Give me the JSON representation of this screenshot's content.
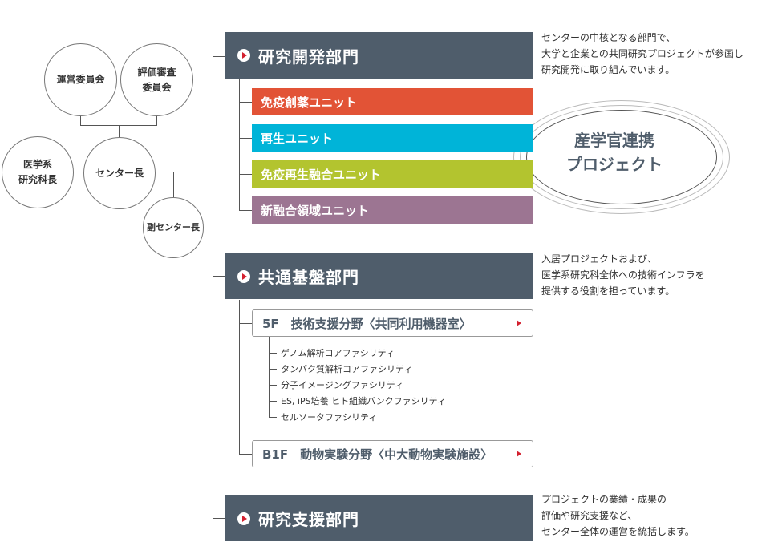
{
  "org": {
    "committee_ops": "運営委員会",
    "committee_eval": "評価審査\n委員会",
    "medical_head": "医学系\n研究科長",
    "center_head": "センター長",
    "deputy_head": "副センター長"
  },
  "departments": [
    {
      "name": "研究開発部門",
      "description": "センターの中核となる部門で、\n大学と企業との共同研究プロジェクトが参画し\n研究開発に取り組んでいます。"
    },
    {
      "name": "共通基盤部門",
      "description": "入居プロジェクトおよび、\n医学系研究科全体への技術インフラを\n提供する役割を担っています。"
    },
    {
      "name": "研究支援部門",
      "description": "プロジェクトの業績・成果の\n評価や研究支援など、\nセンター全体の運営を統括します。"
    }
  ],
  "units": [
    {
      "label": "免疫創薬ユニット",
      "color": "#e25336"
    },
    {
      "label": "再生ユニット",
      "color": "#00b4d8"
    },
    {
      "label": "免疫再生融合ユニット",
      "color": "#b3c42f"
    },
    {
      "label": "新融合領域ユニット",
      "color": "#9c7592"
    }
  ],
  "collab": "産学官連携\nプロジェクト",
  "fields": [
    {
      "label": "5F　技術支援分野〈共同利用機器室〉"
    },
    {
      "label": "B1F　動物実験分野〈中大動物実験施設〉"
    }
  ],
  "facilities": [
    "ゲノム解析コアファシリティ",
    "タンパク質解析コアファシリティ",
    "分子イメージングファシリティ",
    "ES, iPS培養 ヒト組織バンクファシリティ",
    "セルソータファシリティ"
  ],
  "colors": {
    "dept_bg": "#4f5d6b",
    "accent_red": "#d3202f"
  }
}
